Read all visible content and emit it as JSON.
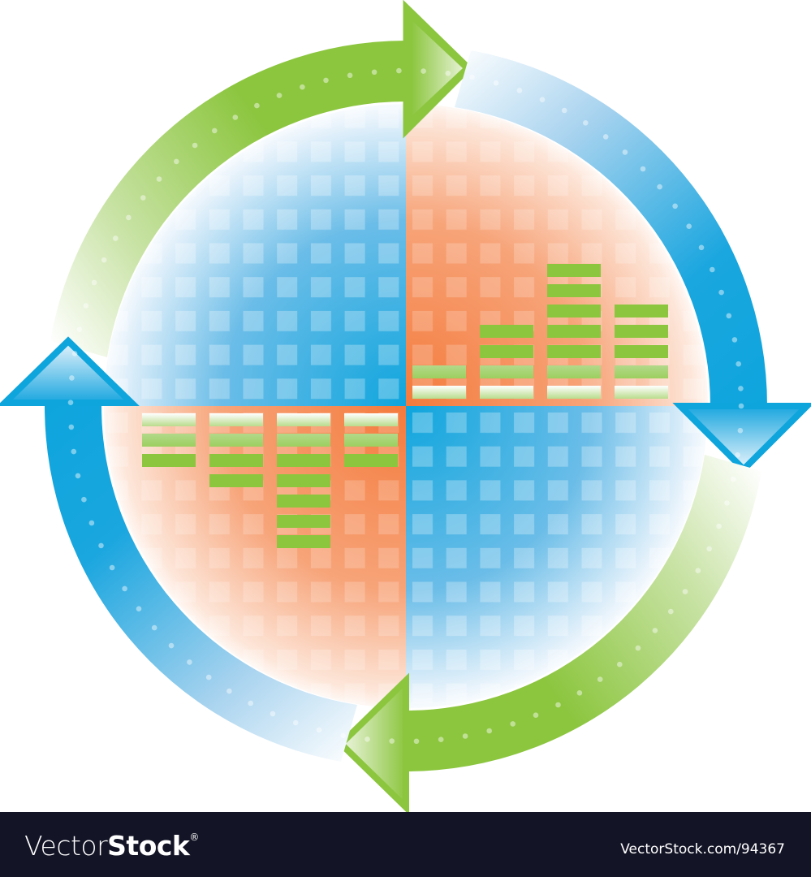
{
  "figure": {
    "description": "Cycle diagram: circular disc split into four quadrants with tile grids, two quadrants containing equalizer-style bar graphs, surrounded by four curved arrows (green, blue, green, blue) forming a clockwise loop",
    "colors": {
      "green": "#8cc63f",
      "green_light": "#c9e3a6",
      "blue": "#0ea5dd",
      "blue_light": "#c6e3f5",
      "orange": "#f47a3c",
      "orange_light": "#fbd3bd",
      "tile_overlay": "#ffffff"
    },
    "arrows": [
      {
        "id": "top",
        "color": "green",
        "direction": "right"
      },
      {
        "id": "right",
        "color": "blue",
        "direction": "down"
      },
      {
        "id": "bottom",
        "color": "green",
        "direction": "left"
      },
      {
        "id": "left",
        "color": "blue",
        "direction": "up"
      }
    ],
    "quadrants": [
      {
        "position": "top-left",
        "color": "blue"
      },
      {
        "position": "top-right",
        "color": "orange",
        "bars_up": [
          2,
          4,
          7,
          5
        ]
      },
      {
        "position": "bottom-left",
        "color": "orange",
        "bars_down": [
          3,
          4,
          7,
          3
        ]
      },
      {
        "position": "bottom-right",
        "color": "blue"
      }
    ]
  },
  "footer": {
    "brand_light": "Vector",
    "brand_bold": "Stock",
    "brand_mark": "®",
    "reference": "VectorStock.com/94367"
  }
}
